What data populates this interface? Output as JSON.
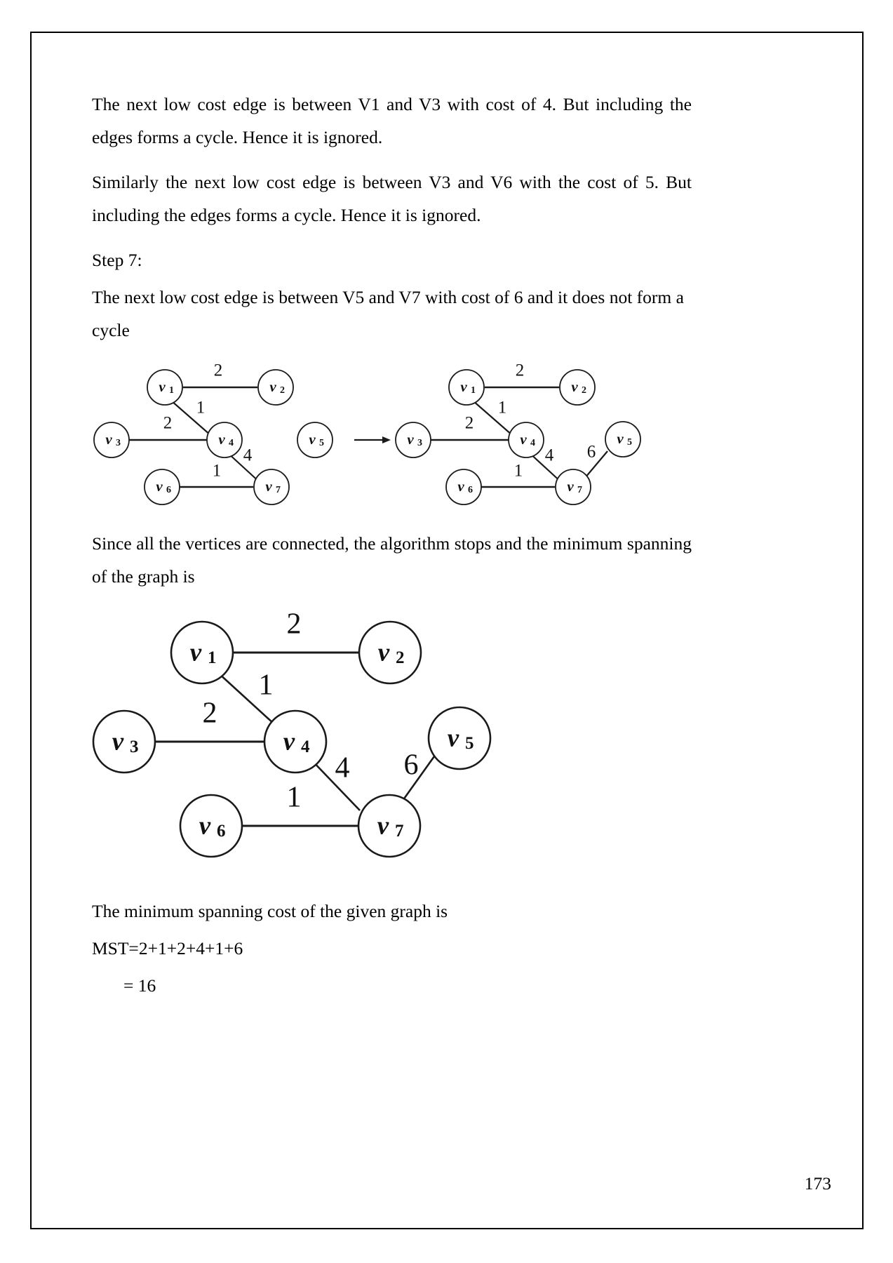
{
  "document": {
    "page_number": "173",
    "paragraphs": {
      "p1": "The next low cost edge is between V1 and V3 with cost of 4. But including the edges forms a cycle. Hence it is ignored.",
      "p2": "Similarly the next low cost edge is between V3 and V6 with the cost of 5. But including the edges forms a cycle. Hence it is ignored.",
      "step_heading": "Step 7:",
      "p3": "The next low cost edge is between V5 and V7 with cost of 6 and it does not form a cycle",
      "p4": "Since all the vertices are connected, the algorithm stops and the minimum spanning of the graph is",
      "p5": "The minimum spanning cost of the given graph is",
      "mst_expression": "MST=2+1+2+4+1+6",
      "mst_result": "= 16"
    },
    "figures": {
      "step7": {
        "arrow_glyph": "→",
        "left_graph": {
          "caption_role": "before-adding-edge",
          "nodes": [
            {
              "id": "v1",
              "label": "v",
              "sub": "1"
            },
            {
              "id": "v2",
              "label": "v",
              "sub": "2"
            },
            {
              "id": "v3",
              "label": "v",
              "sub": "3"
            },
            {
              "id": "v4",
              "label": "v",
              "sub": "4"
            },
            {
              "id": "v5",
              "label": "v",
              "sub": "5"
            },
            {
              "id": "v6",
              "label": "v",
              "sub": "6"
            },
            {
              "id": "v7",
              "label": "v",
              "sub": "7"
            }
          ],
          "edges": [
            {
              "from": "v1",
              "to": "v2",
              "weight": "2"
            },
            {
              "from": "v1",
              "to": "v4",
              "weight": "1"
            },
            {
              "from": "v3",
              "to": "v4",
              "weight": "2"
            },
            {
              "from": "v4",
              "to": "v7",
              "weight": "4"
            },
            {
              "from": "v6",
              "to": "v7",
              "weight": "1"
            }
          ]
        },
        "right_graph": {
          "caption_role": "after-adding-edge",
          "nodes": [
            {
              "id": "v1",
              "label": "v",
              "sub": "1"
            },
            {
              "id": "v2",
              "label": "v",
              "sub": "2"
            },
            {
              "id": "v3",
              "label": "v",
              "sub": "3"
            },
            {
              "id": "v4",
              "label": "v",
              "sub": "4"
            },
            {
              "id": "v5",
              "label": "v",
              "sub": "5"
            },
            {
              "id": "v6",
              "label": "v",
              "sub": "6"
            },
            {
              "id": "v7",
              "label": "v",
              "sub": "7"
            }
          ],
          "edges": [
            {
              "from": "v1",
              "to": "v2",
              "weight": "2"
            },
            {
              "from": "v1",
              "to": "v4",
              "weight": "1"
            },
            {
              "from": "v3",
              "to": "v4",
              "weight": "2"
            },
            {
              "from": "v4",
              "to": "v7",
              "weight": "4"
            },
            {
              "from": "v6",
              "to": "v7",
              "weight": "1"
            },
            {
              "from": "v5",
              "to": "v7",
              "weight": "6"
            }
          ]
        }
      },
      "final_mst": {
        "caption_role": "minimum-spanning-tree",
        "nodes": [
          {
            "id": "v1",
            "label": "v",
            "sub": "1"
          },
          {
            "id": "v2",
            "label": "v",
            "sub": "2"
          },
          {
            "id": "v3",
            "label": "v",
            "sub": "3"
          },
          {
            "id": "v4",
            "label": "v",
            "sub": "4"
          },
          {
            "id": "v5",
            "label": "v",
            "sub": "5"
          },
          {
            "id": "v6",
            "label": "v",
            "sub": "6"
          },
          {
            "id": "v7",
            "label": "v",
            "sub": "7"
          }
        ],
        "edges": [
          {
            "from": "v1",
            "to": "v2",
            "weight": "2"
          },
          {
            "from": "v1",
            "to": "v4",
            "weight": "1"
          },
          {
            "from": "v3",
            "to": "v4",
            "weight": "2"
          },
          {
            "from": "v4",
            "to": "v7",
            "weight": "4"
          },
          {
            "from": "v6",
            "to": "v7",
            "weight": "1"
          },
          {
            "from": "v5",
            "to": "v7",
            "weight": "6"
          }
        ]
      }
    }
  }
}
